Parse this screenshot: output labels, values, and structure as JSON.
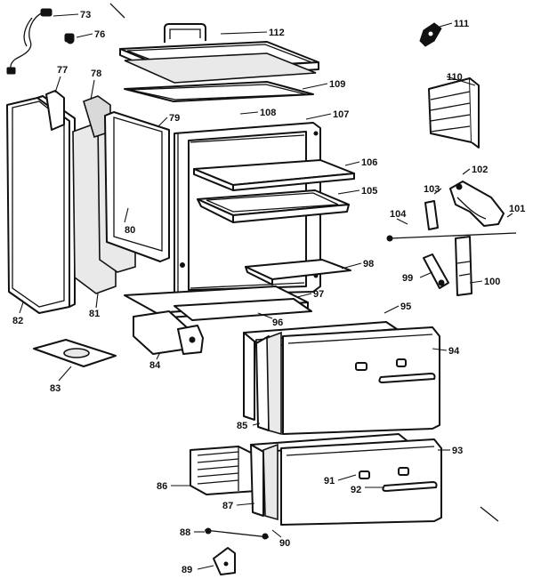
{
  "labels": {
    "l73": "73",
    "l76": "76",
    "l112": "112",
    "l111": "111",
    "l77": "77",
    "l78": "78",
    "l109": "109",
    "l110": "110",
    "l108": "108",
    "l107": "107",
    "l79": "79",
    "l106": "106",
    "l102": "102",
    "l103": "103",
    "l105": "105",
    "l101": "101",
    "l104": "104",
    "l80": "80",
    "l98": "98",
    "l99": "99",
    "l100": "100",
    "l97": "97",
    "l82": "82",
    "l81": "81",
    "l96": "96",
    "l95": "95",
    "l84": "84",
    "l94": "94",
    "l83": "83",
    "l85": "85",
    "l93": "93",
    "l86": "86",
    "l91": "91",
    "l92": "92",
    "l87": "87",
    "l88": "88",
    "l90": "90",
    "l89": "89"
  }
}
